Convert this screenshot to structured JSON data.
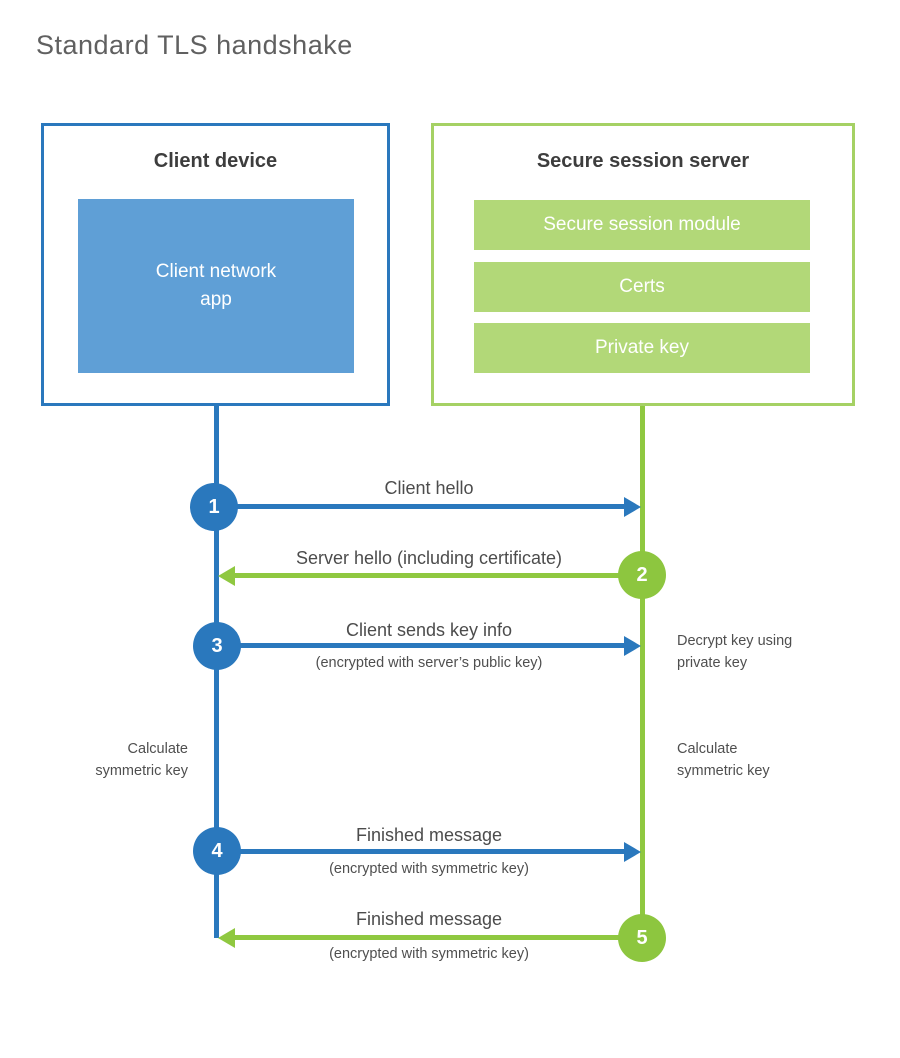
{
  "title": "Standard TLS handshake",
  "colors": {
    "client_blue": "#2a78bd",
    "client_fill_blue": "#5f9fd6",
    "server_green": "#8dc63f",
    "server_border_green": "#a5d164",
    "server_fill_green": "#b2d878",
    "heading_text": "#3d3d3d",
    "label_text": "#4c4c4c"
  },
  "client_box": {
    "title": "Client device",
    "app_label": "Client network\napp"
  },
  "server_box": {
    "title": "Secure session server",
    "modules": [
      "Secure session module",
      "Certs",
      "Private key"
    ]
  },
  "steps": [
    {
      "number": "1",
      "label": "Client hello",
      "sublabel": "",
      "direction": "client-to-server"
    },
    {
      "number": "2",
      "label": "Server hello (including certificate)",
      "sublabel": "",
      "direction": "server-to-client"
    },
    {
      "number": "3",
      "label": "Client sends key info",
      "sublabel": "(encrypted with server’s public key)",
      "direction": "client-to-server"
    },
    {
      "number": "4",
      "label": "Finished message",
      "sublabel": "(encrypted with symmetric key)",
      "direction": "client-to-server"
    },
    {
      "number": "5",
      "label": "Finished message",
      "sublabel": "(encrypted with symmetric key)",
      "direction": "server-to-client"
    }
  ],
  "notes": {
    "decrypt_right": "Decrypt key using\nprivate key",
    "calc_left": "Calculate\nsymmetric key",
    "calc_right": "Calculate\nsymmetric key"
  }
}
